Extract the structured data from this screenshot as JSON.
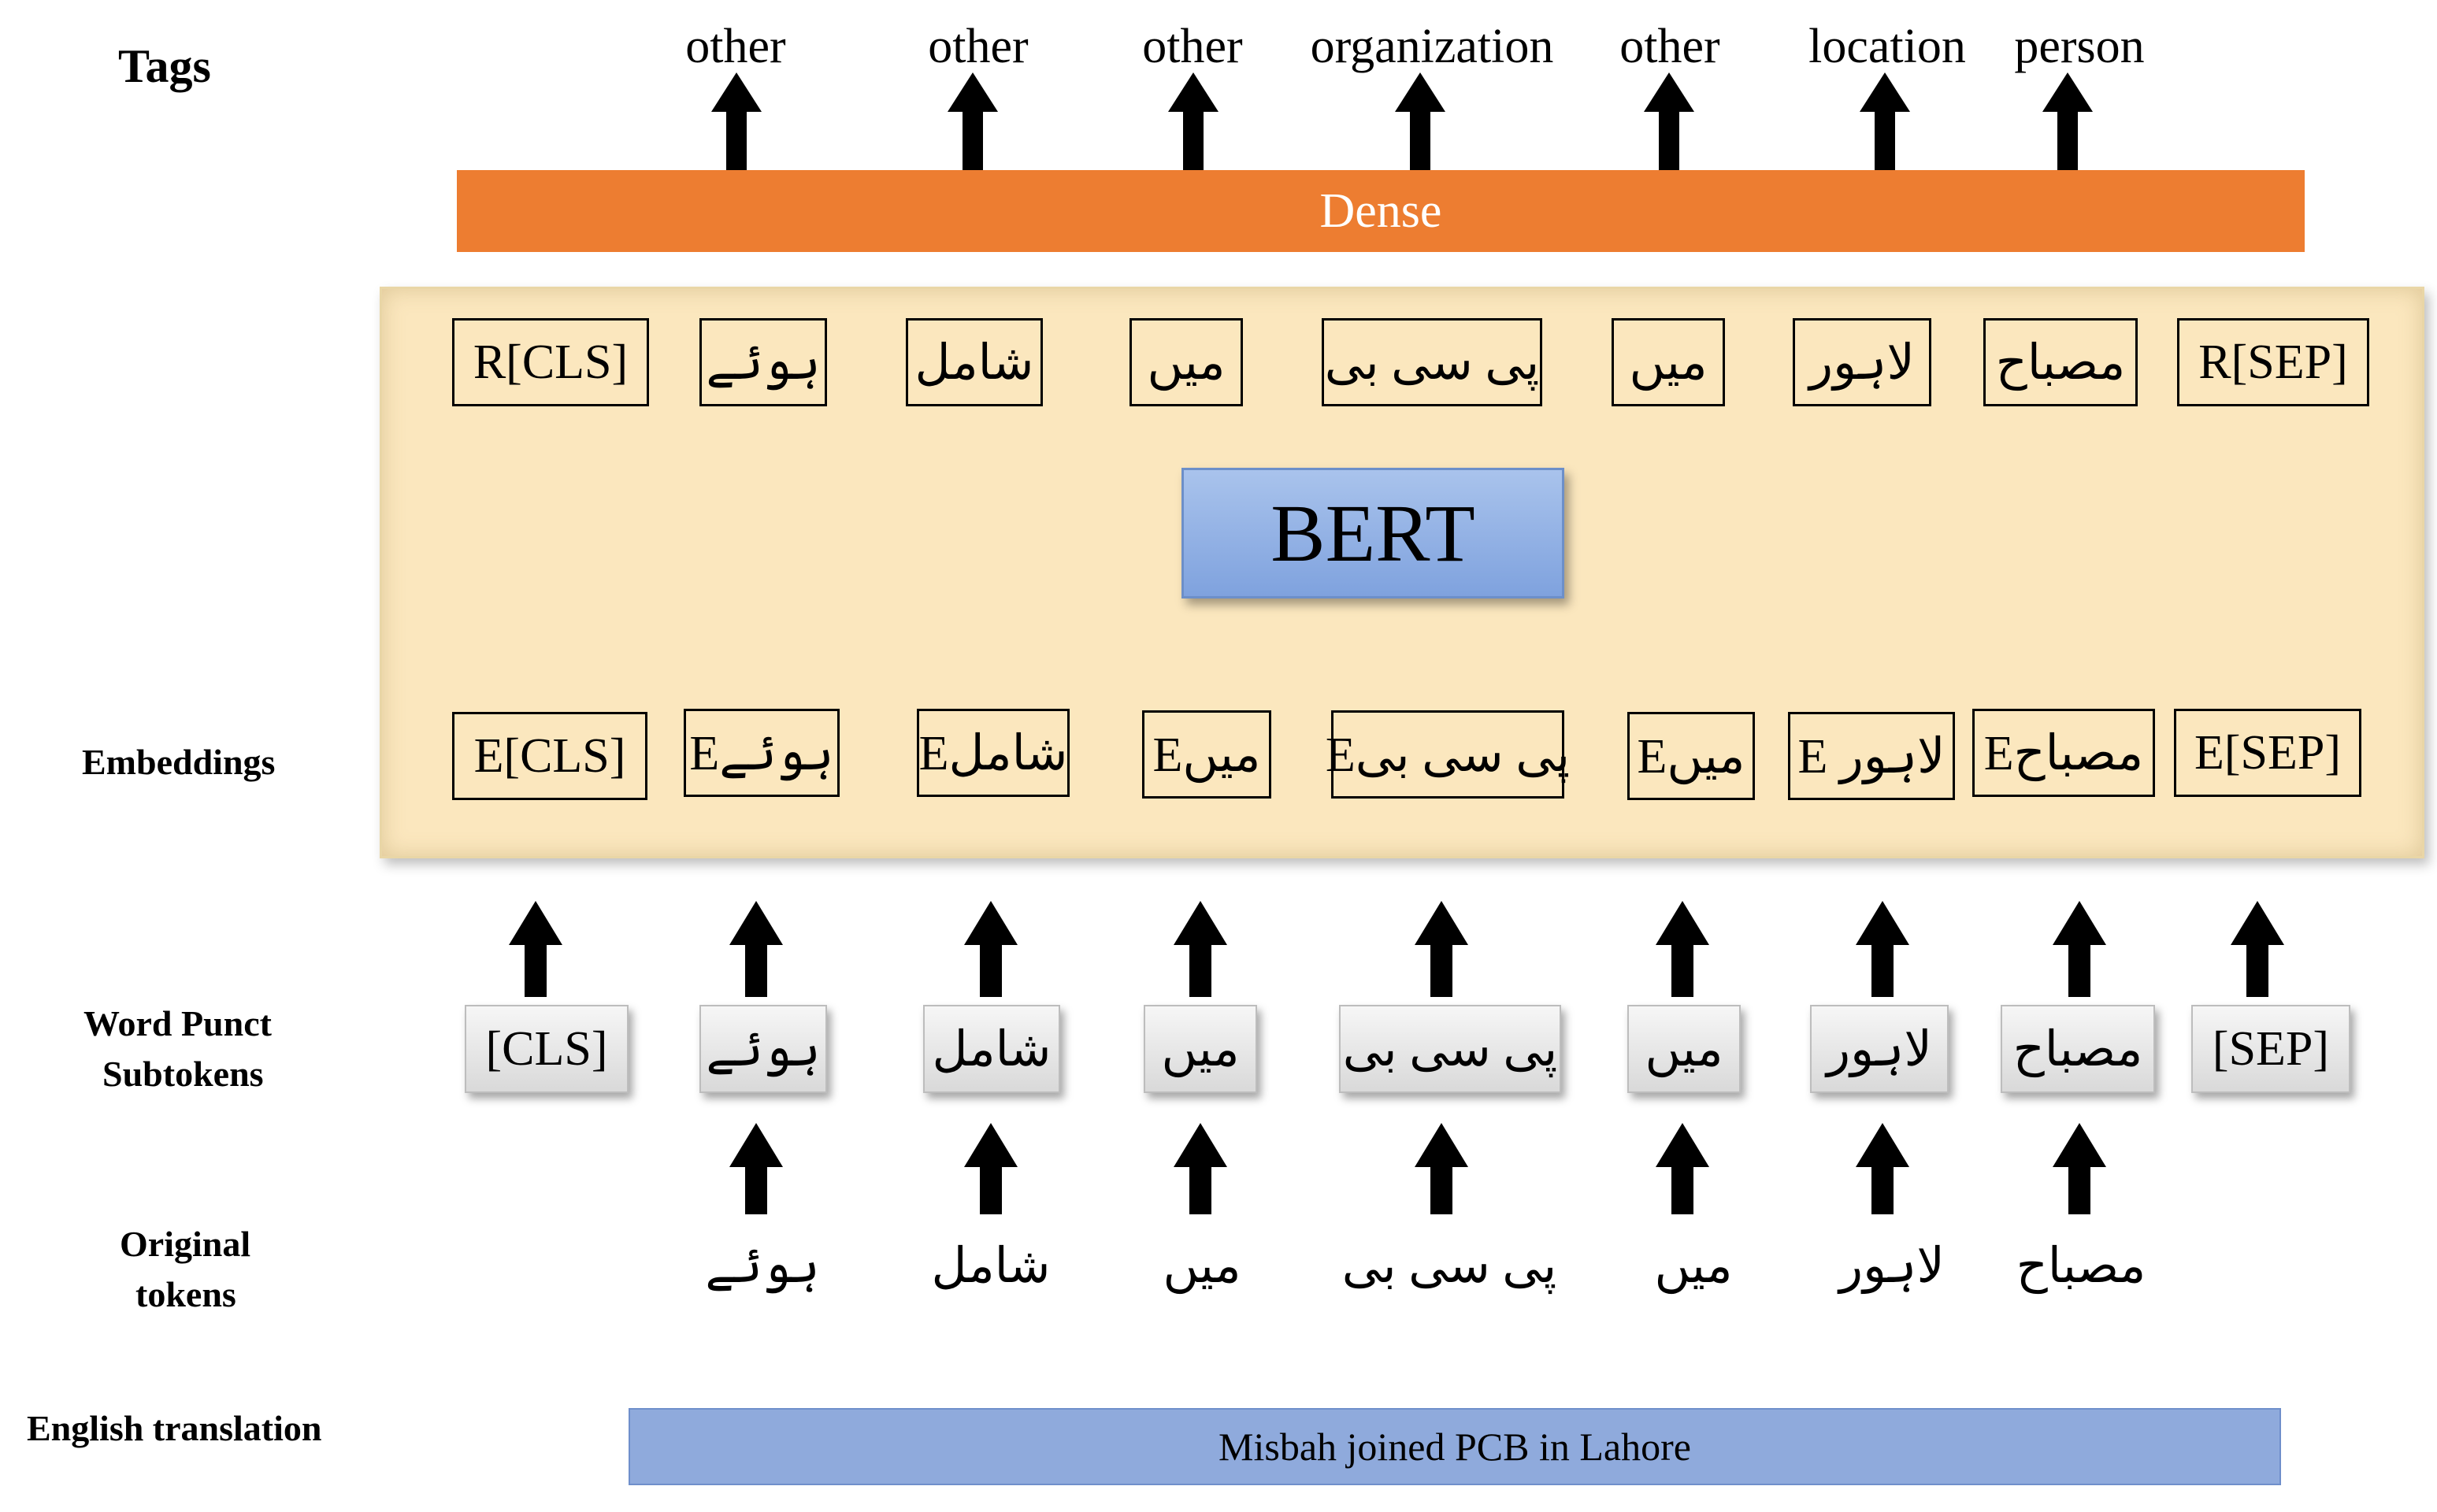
{
  "row_labels": {
    "tags": "Tags",
    "embeddings": "Embeddings",
    "subtokens_line1": "Word  Punct",
    "subtokens_line2": "Subtokens",
    "original_line1": "Original",
    "original_line2": "tokens",
    "translation": "English translation"
  },
  "tags": [
    "other",
    "other",
    "other",
    "organization",
    "other",
    "location",
    "person"
  ],
  "dense_label": "Dense",
  "bert_label": "BERT",
  "representations": [
    "R[CLS]",
    "ہوئے",
    "شامل",
    "میں",
    "پی سی بی",
    "میں",
    "لاہور",
    "مصباح",
    "R[SEP]"
  ],
  "embeddings": [
    "E[CLS]",
    "Eہوئے",
    "Eشامل",
    "Eمیں",
    "Eپی سی بی",
    "Eمیں",
    "E لاہور",
    "Eمصباح",
    "E[SEP]"
  ],
  "subtokens": [
    "[CLS]",
    "ہوئے",
    "شامل",
    "میں",
    "پی سی بی",
    "میں",
    "لاہور",
    "مصباح",
    "[SEP]"
  ],
  "original_tokens": [
    "ہوئے",
    "شامل",
    "میں",
    "پی سی بی",
    "میں",
    "لاہور",
    "مصباح"
  ],
  "translation": "Misbah joined PCB in Lahore"
}
